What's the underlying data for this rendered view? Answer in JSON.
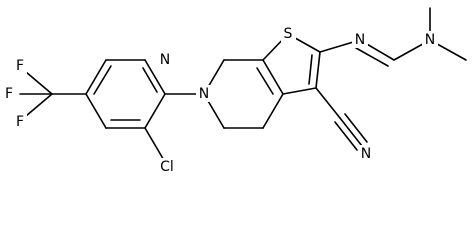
{
  "molecule": {
    "atom_labels": {
      "F_top": "F",
      "F_left": "F",
      "F_bottom": "F",
      "pyridine_N": "N",
      "Cl": "Cl",
      "ring_N": "N",
      "S": "S",
      "imine_N": "N",
      "amine_N": "N",
      "nitrile_N": "N"
    }
  }
}
